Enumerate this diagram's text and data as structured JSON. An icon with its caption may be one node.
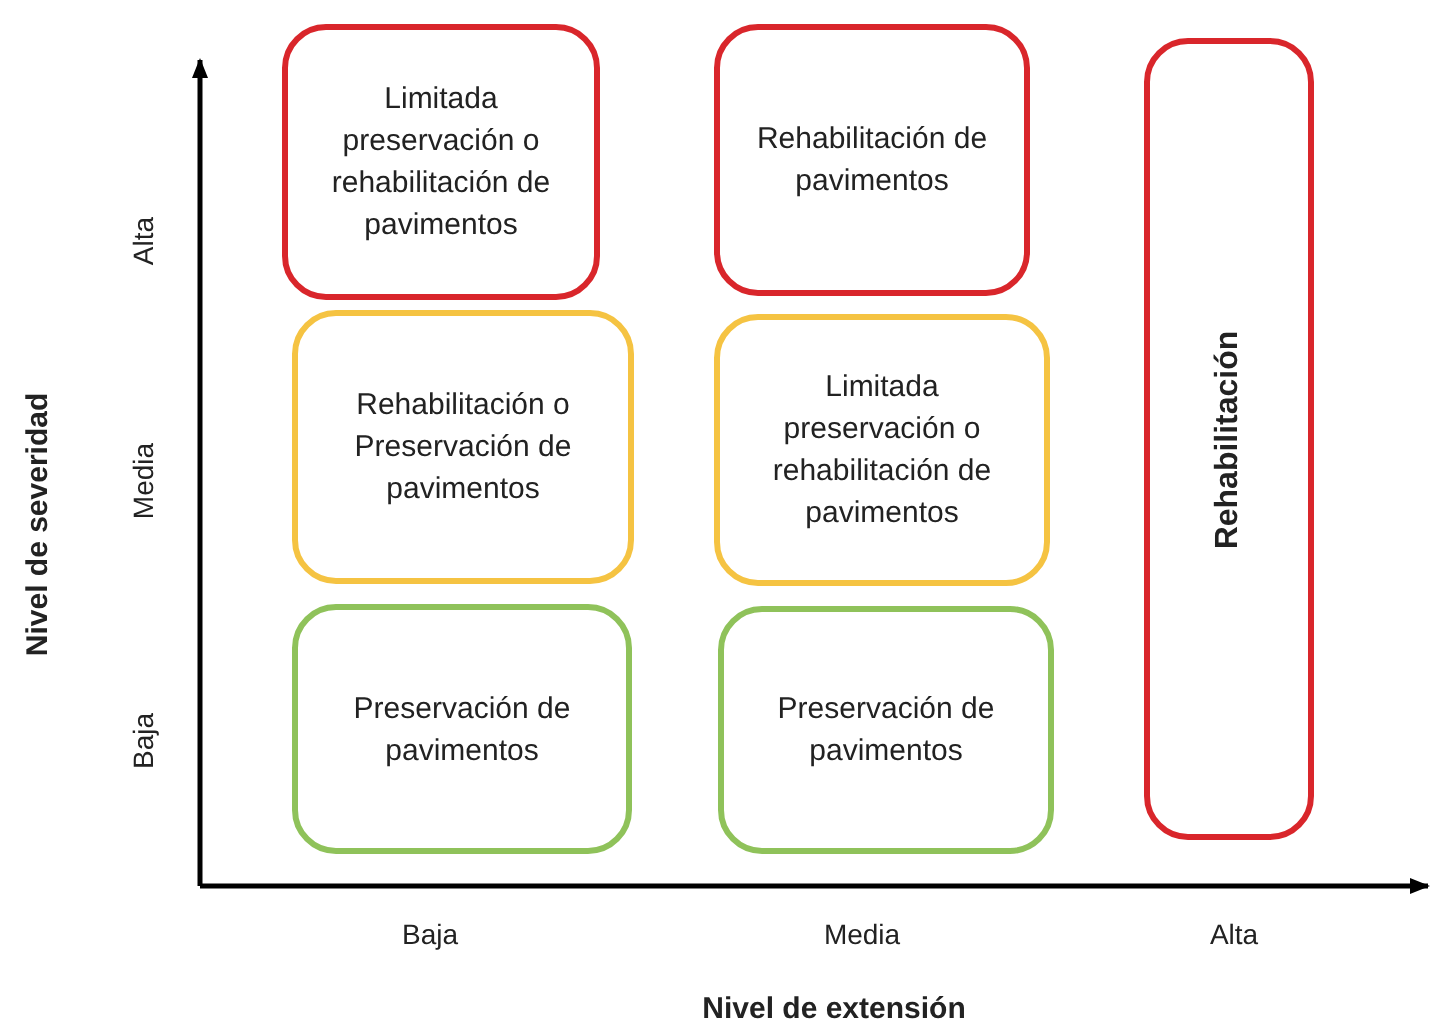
{
  "diagram": {
    "nodes": [
      {
        "text": [
          "Limitada preservación o rehabilitación de pavimentos"
        ]
      },
      {
        "text": [
          "Rehabilitación de pavimentos"
        ]
      },
      {
        "text": [
          "Rehabilitación"
        ]
      },
      {
        "text": [
          "Rehabilitación o Preservación de pavimentos"
        ]
      },
      {
        "text": [
          "Limitada preservación o rehabilitación de pavimentos"
        ]
      },
      {
        "text": [
          "Preservación de pavimentos"
        ]
      },
      {
        "text": [
          "Preservación de pavimentos"
        ]
      }
    ],
    "labels": [
      "Alta",
      "Media",
      "Baja",
      "Nivel de severidad",
      "Baja",
      "Media",
      "Alta",
      "Nivel de extensión"
    ]
  }
}
